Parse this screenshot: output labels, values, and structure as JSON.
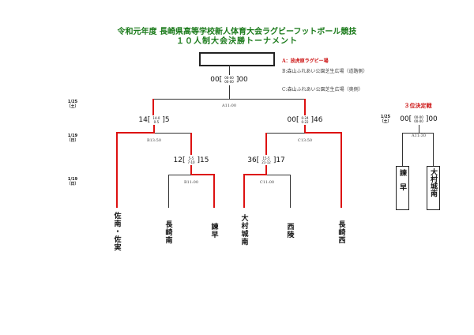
{
  "title": {
    "line1": "令和元年度 長崎県高等学校新人体育大会ラグビーフットボール競技",
    "line2": "１０人制大会決勝トーナメント"
  },
  "legend": {
    "a": "A：放虎原ラグビー場",
    "b": "B:森山ふれあい公園芝生広場（道路側）",
    "c": "C:森山ふれあい公園芝生広場（奥側）"
  },
  "dates": [
    {
      "date": "1/25",
      "day": "（土）"
    },
    {
      "date": "1/19",
      "day": "（日）"
    },
    {
      "date": "1/19",
      "day": "（日）"
    }
  ],
  "final": {
    "left": "00",
    "h1": "00-00",
    "h2": "00-00",
    "right": "00",
    "venue": "A11:00",
    "champion": ""
  },
  "semi_left": {
    "left": "14",
    "h1": "14-0",
    "h2": "0-5",
    "right": "5",
    "venue": "B13:50"
  },
  "semi_right": {
    "left": "00",
    "h1": "0-24",
    "h2": "0-22",
    "right": "46",
    "venue": "C13:50"
  },
  "qf_left": {
    "left": "12",
    "h1": "5-5",
    "h2": "7-10",
    "right": "15",
    "venue": "B11:00"
  },
  "qf_right": {
    "left": "36",
    "h1": "15-5",
    "h2": "21-12",
    "right": "17",
    "venue": "C11:00"
  },
  "teams": [
    "佐南・佐実",
    "長崎南",
    "諫早",
    "大村城南",
    "西陵",
    "長崎西"
  ],
  "third_place": {
    "label": "３位決定戦",
    "date": "1/25",
    "day": "（土）",
    "left": "00",
    "h1": "00-00",
    "h2": "00-00",
    "right": "00",
    "venue": "A11:30",
    "teams": [
      "諫　早",
      "大村城南"
    ]
  }
}
